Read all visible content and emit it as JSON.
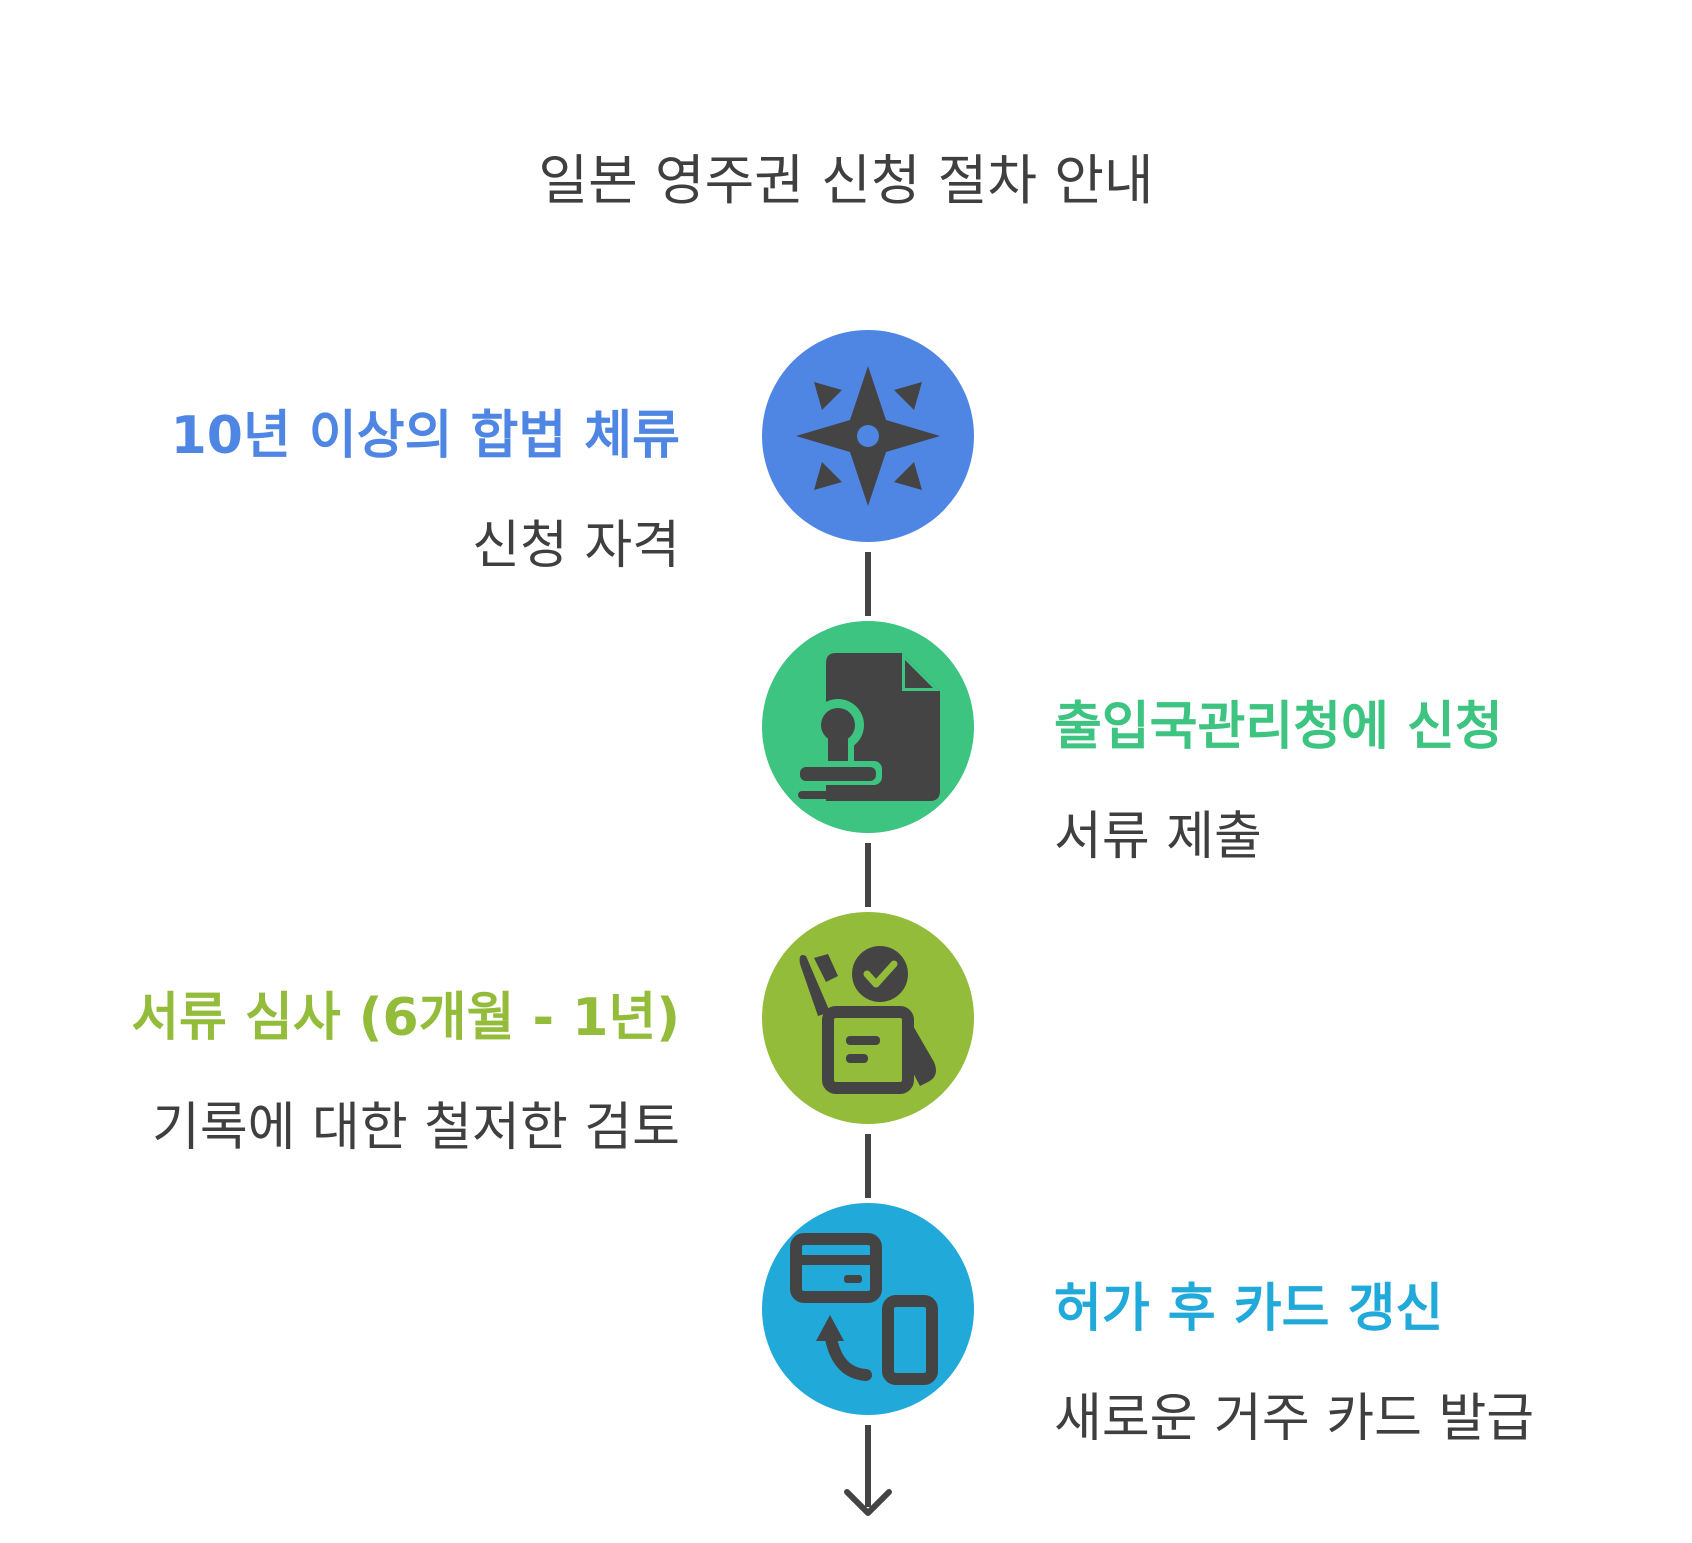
{
  "title": "일본 영주권 신청 절차 안내",
  "steps": [
    {
      "title": "10년 이상의 합법 체류",
      "description": "신청 자격",
      "icon": "compass-icon",
      "color": "#4F86E3",
      "side": "left"
    },
    {
      "title": "출입국관리청에 신청",
      "description": "서류 제출",
      "icon": "document-stamp-icon",
      "color": "#3CC480",
      "side": "right"
    },
    {
      "title": "서류 심사 (6개월 - 1년)",
      "description": "기록에 대한 철저한 검토",
      "icon": "document-review-check-icon",
      "color": "#93BC3A",
      "side": "left"
    },
    {
      "title": "허가 후 카드 갱신",
      "description": "새로운 거주 카드 발급",
      "icon": "card-to-phone-icon",
      "color": "#21A9D9",
      "side": "right"
    }
  ],
  "colors": {
    "line": "#444444",
    "icon": "#444444",
    "text": "#3f3f3f"
  }
}
